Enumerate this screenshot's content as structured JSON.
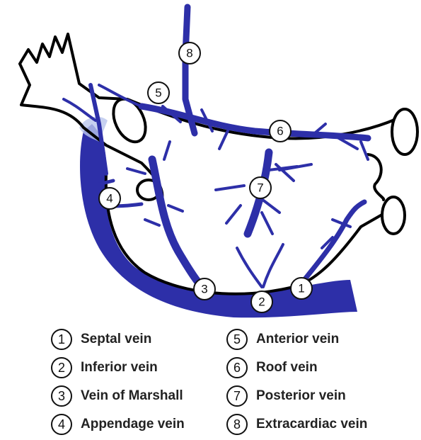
{
  "colors": {
    "vein": "#2d2fa8",
    "outline": "#000000",
    "background": "#ffffff"
  },
  "diagram": {
    "markers": [
      "1",
      "2",
      "3",
      "4",
      "5",
      "6",
      "7",
      "8"
    ]
  },
  "legend": {
    "items": [
      {
        "num": "1",
        "label": "Septal vein"
      },
      {
        "num": "2",
        "label": "Inferior vein"
      },
      {
        "num": "3",
        "label": "Vein of Marshall"
      },
      {
        "num": "4",
        "label": "Appendage vein"
      },
      {
        "num": "5",
        "label": "Anterior vein"
      },
      {
        "num": "6",
        "label": "Roof vein"
      },
      {
        "num": "7",
        "label": "Posterior vein"
      },
      {
        "num": "8",
        "label": "Extracardiac vein"
      }
    ]
  }
}
